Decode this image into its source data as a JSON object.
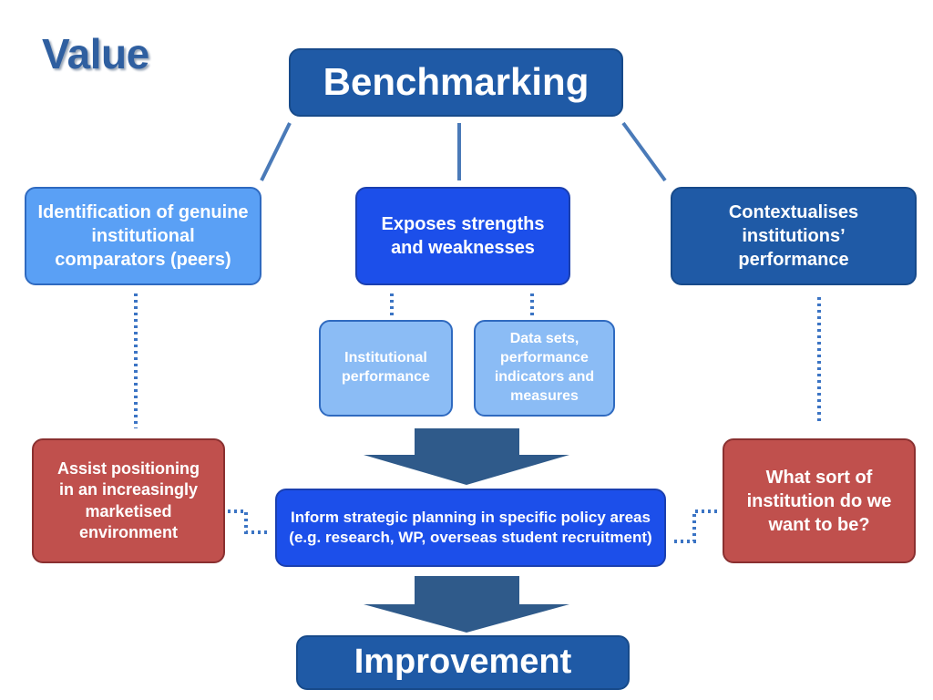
{
  "title": "Value",
  "benchmarking": "Benchmarking",
  "identification": "Identification of genuine institutional comparators (peers)",
  "exposes": "Exposes strengths and weaknesses",
  "contextualises": "Contextualises institutions’ performance",
  "institutional_performance": "Institutional performance",
  "data_sets": "Data sets, performance indicators and measures",
  "assist": "Assist positioning in an increasingly marketised environment",
  "inform": "Inform strategic planning in specific policy areas (e.g. research, WP, overseas student recruitment)",
  "what_sort": "What sort of institution do we want to be?",
  "improvement": "Improvement",
  "colors": {
    "navy": "#1f5aa6",
    "bright_blue": "#1c4fea",
    "light_blue": "#5aa0f5",
    "pale_blue": "#8bbcf5",
    "red": "#c0504d",
    "arrow": "#2f5a8a"
  }
}
